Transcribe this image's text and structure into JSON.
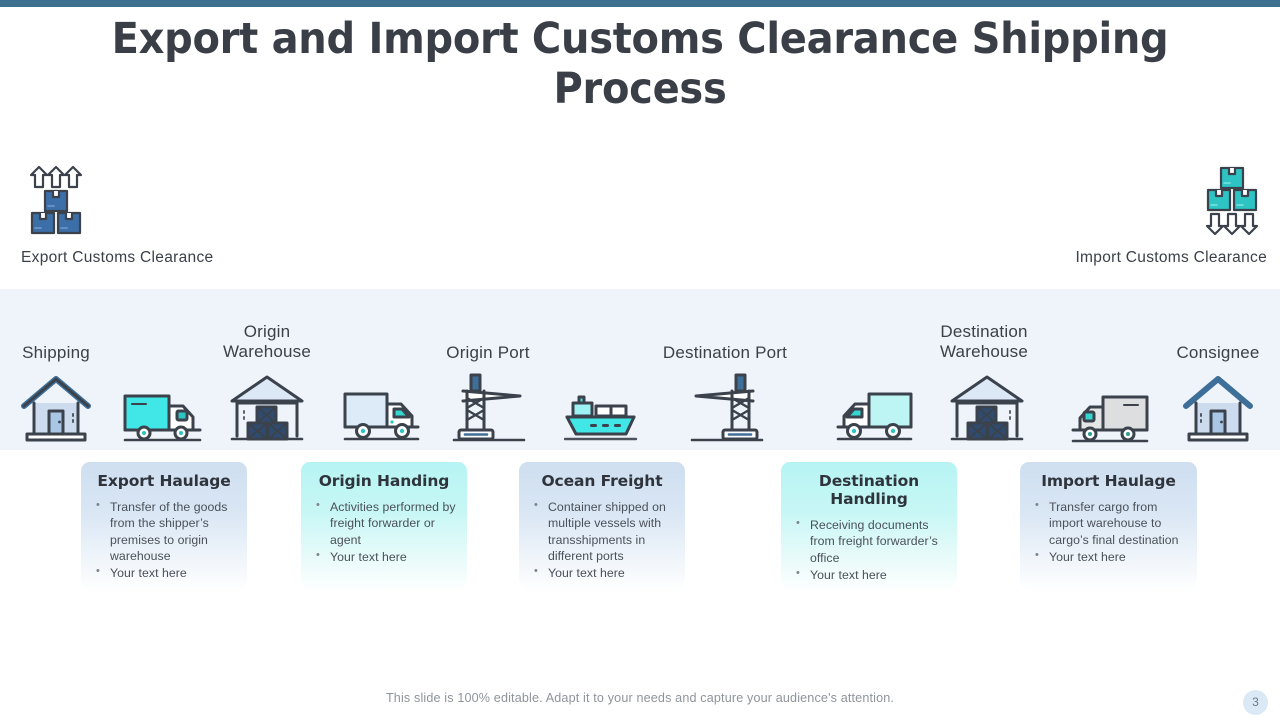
{
  "slide": {
    "title": "Export and Import Customs Clearance Shipping Process",
    "accent_bar_color": "#3d6f8e",
    "band_color": "#eff4fa",
    "page_number": "3",
    "footer_note": "This slide is 100% editable. Adapt it to your needs and capture your audience's attention."
  },
  "customs": {
    "export": {
      "label": "Export Customs Clearance",
      "icon": "boxes-up-arrows-icon",
      "color": "#3c6fa8"
    },
    "import": {
      "label": "Import Customs Clearance",
      "icon": "boxes-down-arrows-icon",
      "color": "#2ec4c4"
    }
  },
  "steps": [
    {
      "label": "Shipping",
      "icon": "house-icon"
    },
    {
      "label": "Origin\nWarehouse",
      "icon": "warehouse-icon"
    },
    {
      "label": "Origin Port",
      "icon": "crane-icon"
    },
    {
      "label": "Destination Port",
      "icon": "crane-icon"
    },
    {
      "label": "Destination\nWarehouse",
      "icon": "warehouse-icon"
    },
    {
      "label": "Consignee",
      "icon": "house-icon"
    }
  ],
  "transport_icons": [
    {
      "name": "truck-cyan-right-icon"
    },
    {
      "name": "truck-teal-right-icon"
    },
    {
      "name": "ship-icon"
    },
    {
      "name": "truck-teal-left-icon"
    },
    {
      "name": "truck-grey-left-icon"
    }
  ],
  "cards": [
    {
      "title": "Export Haulage",
      "theme": "blue",
      "bullets": [
        "Transfer of the goods from the shipper’s premises to origin warehouse",
        "Your text here"
      ]
    },
    {
      "title": "Origin Handing",
      "theme": "teal",
      "bullets": [
        "Activities performed by freight forwarder or agent",
        "Your text here"
      ]
    },
    {
      "title": "Ocean Freight",
      "theme": "blue",
      "bullets": [
        "Container shipped on multiple vessels with transshipments in different ports",
        "Your text here"
      ]
    },
    {
      "title": "Destination Handling",
      "theme": "teal",
      "bullets": [
        "Receiving documents from freight forwarder’s office",
        "Your text here"
      ]
    },
    {
      "title": "Import Haulage",
      "theme": "blue",
      "bullets": [
        "Transfer cargo from import warehouse to cargo’s final destination",
        "Your text here"
      ]
    }
  ]
}
